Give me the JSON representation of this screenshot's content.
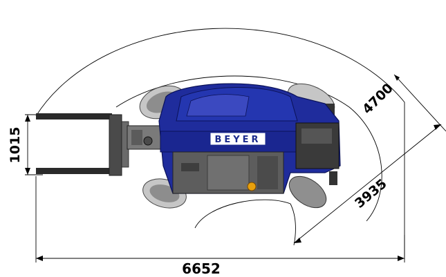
{
  "dimensions": {
    "overall_length": "6652",
    "fork_width": "1015",
    "outer_radius": "4700",
    "inner_radius": "3935"
  },
  "machine": {
    "brand": "BEYER"
  },
  "colors": {
    "body_blue": "#1f2c9c",
    "dark_blue": "#101a66",
    "engine_grey": "#5d5d5d",
    "tire_grey": "#9a9a9a",
    "line": "#000000",
    "warning_orange": "#e8a00c"
  }
}
